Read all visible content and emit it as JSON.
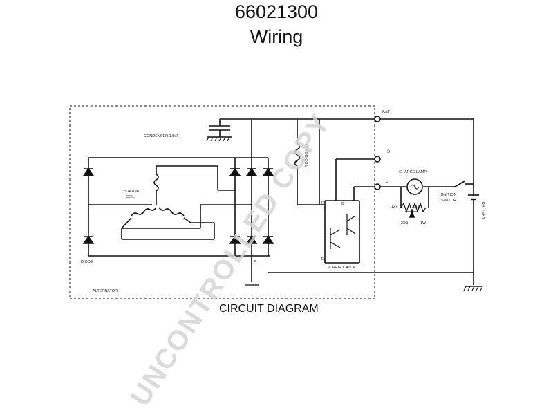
{
  "header": {
    "part_number": "66021300",
    "subtitle": "Wiring"
  },
  "diagram": {
    "caption": "CIRCUIT DIAGRAM",
    "labels": {
      "condenser": "CONDENSER 1.5uF",
      "stator_coil_1": "STATOR",
      "stator_coil_2": "COIL",
      "rotor_coil": "ROTOR COIL",
      "diode": "DIODE",
      "alternator": "ALTERNATOR",
      "ic_regulator": "IC REGULATOR",
      "charge_lamp": "CHARGE LAMP",
      "ignition_switch_1": "IGNITION",
      "ignition_switch_2": "SWITCH",
      "battery": "BATTERY",
      "lamp_12v": "12V",
      "lamp_w": "3.4W",
      "resistor_ohm": "33Ω",
      "resistor_w": "1W",
      "f_terminal": "F",
      "e_terminal": "E",
      "b_terminal": "B",
      "p_terminal": "P"
    },
    "terminals": {
      "bat": "BAT",
      "s": "S",
      "l": "L"
    }
  },
  "watermark": "UNCONTROLLED COPY"
}
